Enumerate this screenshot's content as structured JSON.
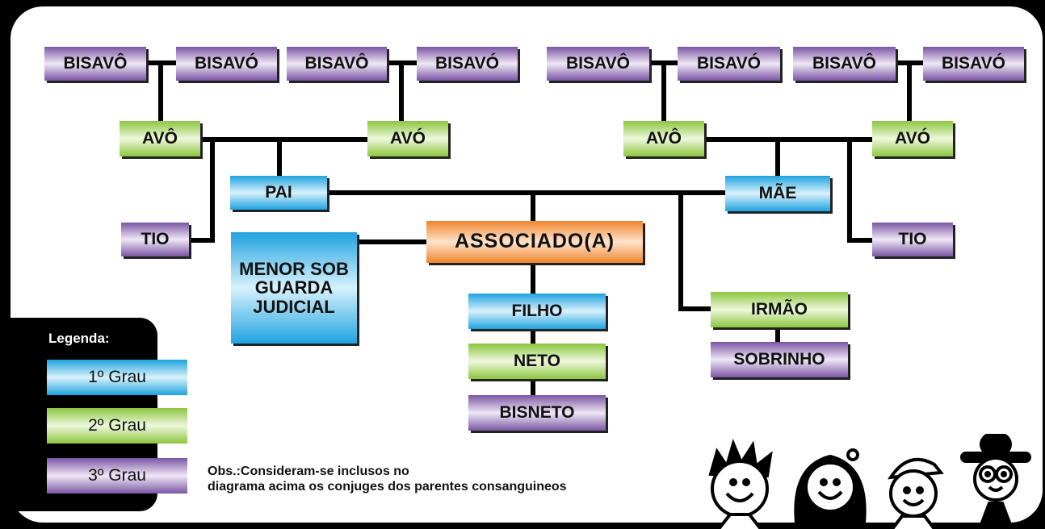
{
  "nodes": {
    "bisavo_1": "BISAVÔ",
    "bisava_1": "BISAVÓ",
    "bisavo_2": "BISAVÔ",
    "bisava_2": "BISAVÓ",
    "bisavo_3": "BISAVÔ",
    "bisava_3": "BISAVÓ",
    "bisavo_4": "BISAVÔ",
    "bisava_4": "BISAVÓ",
    "avo_pat": "AVÔ",
    "ava_pat": "AVÓ",
    "avo_mat": "AVÔ",
    "ava_mat": "AVÓ",
    "pai": "PAI",
    "mae": "MÃE",
    "tio_pat": "TIO",
    "tio_mat": "TIO",
    "associado": "ASSOCIADO(A)",
    "menor": "MENOR SOB GUARDA JUDICIAL",
    "filho": "FILHO",
    "neto": "NETO",
    "bisneto": "BISNETO",
    "irmao": "IRMÃO",
    "sobrinho": "SOBRINHO"
  },
  "legend": {
    "title": "Legenda:",
    "items": [
      "1º Grau",
      "2º Grau",
      "3º Grau"
    ]
  },
  "obs": {
    "line1": "Obs.:Consideram-se inclusos no",
    "line2": "diagrama acima os conjuges dos parentes consanguineos"
  },
  "colors": {
    "grau1": "#1fa3e0",
    "grau2": "#8cc63f",
    "grau3": "#7a55a3",
    "associado": "#f0852e"
  }
}
